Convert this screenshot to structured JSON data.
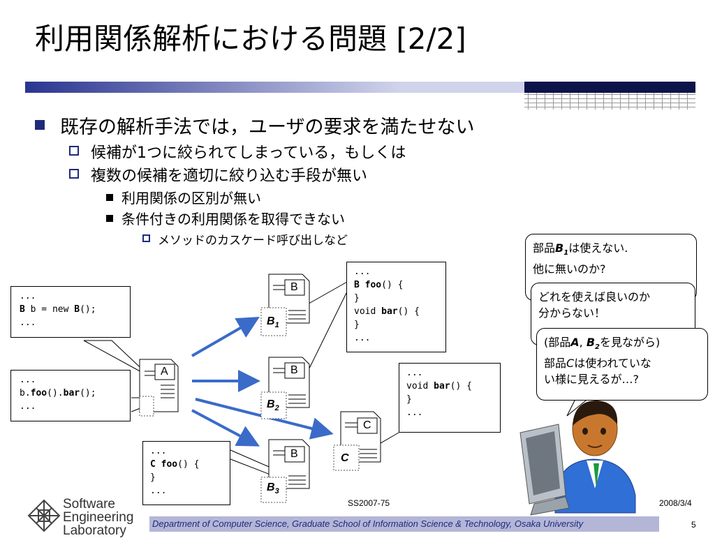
{
  "slide": {
    "title": "利用関係解析における問題 [2/2]",
    "bullets": {
      "l1": "既存の解析手法では，ユーザの要求を満たせない",
      "l2a": "候補が1つに絞られてしまっている，もしくは",
      "l2b": "複数の候補を適切に絞り込む手段が無い",
      "l3a": "利用関係の区別が無い",
      "l3b": "条件付きの利用関係を取得できない",
      "l4": "メソッドのカスケード呼び出しなど"
    }
  },
  "code_boxes": {
    "a_top": {
      "l1": "...",
      "l2_kw": "B",
      "l2_mid": " b = new ",
      "l2_kw2": "B",
      "l2_end": "();",
      "l3": "..."
    },
    "a_bottom": {
      "l1": "...",
      "l2_pre": "b.",
      "l2_kw": "foo",
      "l2_mid": "().",
      "l2_kw2": "bar",
      "l2_end": "();",
      "l3": "..."
    },
    "b1": {
      "l1": "...",
      "l2_kw": "B foo",
      "l2_end": "() {",
      "l3": "}",
      "l4_pre": "void ",
      "l4_kw": "bar",
      "l4_end": "() {",
      "l5": "}",
      "l6": "..."
    },
    "c": {
      "l1": "...",
      "l2_pre": "void ",
      "l2_kw": "bar",
      "l2_end": "() {",
      "l3": "}",
      "l4": "..."
    },
    "b3": {
      "l1": "...",
      "l2_kw": "C foo",
      "l2_end": "() {",
      "l3": "}",
      "l4": "..."
    }
  },
  "docs": {
    "a": "A",
    "b": "B",
    "b1": "B",
    "b1_sub": "1",
    "b2": "B",
    "b2_sub": "2",
    "b3": "B",
    "b3_sub": "3",
    "c": "C",
    "c_italic": "C"
  },
  "callouts": {
    "c1_l1_pre": "部品",
    "c1_l1_em": "B",
    "c1_l1_sub": "1",
    "c1_l1_post": "は使えない.",
    "c1_l2": "他に無いのか?",
    "c2_l1": "どれを使えば良いのか",
    "c2_l2": "分からない！",
    "c3_l1_pre": "(部品",
    "c3_l1_a": "A",
    "c3_l1_sep": ", ",
    "c3_l1_b": "B",
    "c3_l1_sub": "2",
    "c3_l1_post": "を見ながら)",
    "c3_l2_pre": "部品",
    "c3_l2_em": "C",
    "c3_l2_post": "は使われていな",
    "c3_l3": "い様に見えるが…?"
  },
  "footer": {
    "conference": "SS2007-75",
    "date": "2008/3/4",
    "department": "Department of Computer Science, Graduate School of Information Science & Technology, Osaka University",
    "page": "5",
    "logo_l1": "Software",
    "logo_l2": "Engineering",
    "logo_l3": "Laboratory"
  },
  "colors": {
    "accent": "#1f2a7a",
    "arrow": "#3a6bc9",
    "footer_bar": "#b3b6d7"
  }
}
